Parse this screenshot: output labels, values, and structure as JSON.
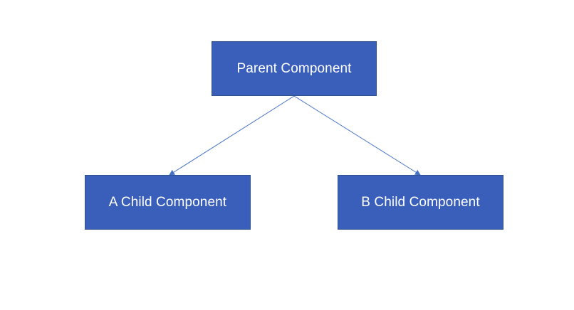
{
  "diagram": {
    "type": "tree",
    "colors": {
      "node_fill": "#3a5fbb",
      "node_border": "#2f528f",
      "node_text": "#ffffff",
      "edge": "#4472c4",
      "background": "#ffffff"
    },
    "nodes": {
      "parent": {
        "label": "Parent Component"
      },
      "a": {
        "label": "A Child Component"
      },
      "b": {
        "label": "B Child Component"
      }
    },
    "edges": [
      {
        "from": "parent",
        "to": "a"
      },
      {
        "from": "parent",
        "to": "b"
      }
    ]
  }
}
